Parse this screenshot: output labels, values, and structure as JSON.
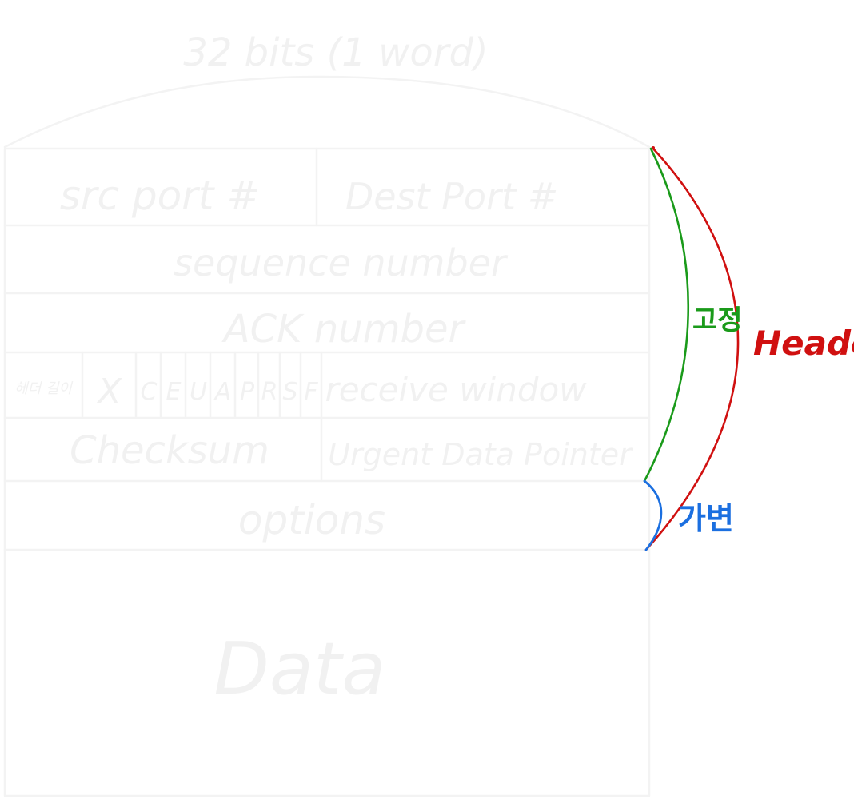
{
  "title": "32 bits (1 word)",
  "rows": {
    "row1": {
      "src_port": "src port #",
      "dest_port": "Dest Port #"
    },
    "sequence": "sequence number",
    "ack": "ACK number",
    "row4": {
      "header_length": "헤더 길이",
      "unused": "X",
      "flags": [
        "C",
        "E",
        "U",
        "A",
        "P",
        "R",
        "S",
        "F"
      ],
      "receive_window": "receive window"
    },
    "row5": {
      "checksum": "Checksum",
      "urgent": "Urgent Data Pointer"
    },
    "options": "options",
    "data": "Data"
  },
  "annotations": {
    "fixed": "고정",
    "header": "Header",
    "variable": "가변"
  },
  "colors": {
    "fixed": "#1a9a1a",
    "header": "#d01010",
    "variable": "#1b6fe0",
    "faint": "#f1f1f1"
  }
}
